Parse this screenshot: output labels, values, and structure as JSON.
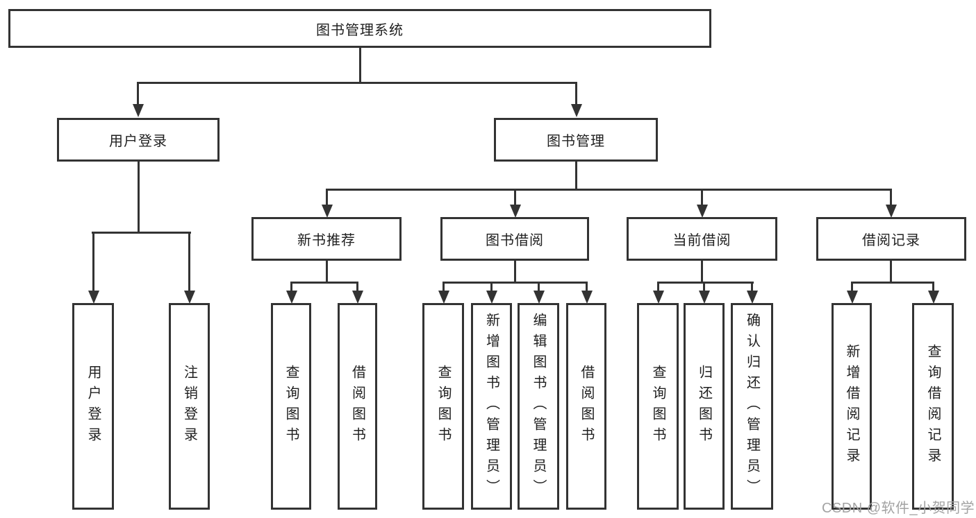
{
  "tree": {
    "label": "图书管理系统",
    "children": [
      {
        "label": "用户登录",
        "children": [
          {
            "label": "用户登录"
          },
          {
            "label": "注销登录"
          }
        ]
      },
      {
        "label": "图书管理",
        "children": [
          {
            "label": "新书推荐",
            "children": [
              {
                "label": "查询图书"
              },
              {
                "label": "借阅图书"
              }
            ]
          },
          {
            "label": "图书借阅",
            "children": [
              {
                "label": "查询图书"
              },
              {
                "label": "新增图书（管理员）"
              },
              {
                "label": "编辑图书（管理员）"
              },
              {
                "label": "借阅图书"
              }
            ]
          },
          {
            "label": "当前借阅",
            "children": [
              {
                "label": "查询图书"
              },
              {
                "label": "归还图书"
              },
              {
                "label": "确认归还（管理员）"
              }
            ]
          },
          {
            "label": "借阅记录",
            "children": [
              {
                "label": "新增借阅记录"
              },
              {
                "label": "查询借阅记录"
              }
            ]
          }
        ]
      }
    ]
  },
  "watermark": {
    "text": "CSDN @软件_小贺同学"
  },
  "colors": {
    "line": "#333333",
    "text": "#1f1f1f",
    "watermark": "#a3a3a3",
    "background": "#ffffff"
  }
}
